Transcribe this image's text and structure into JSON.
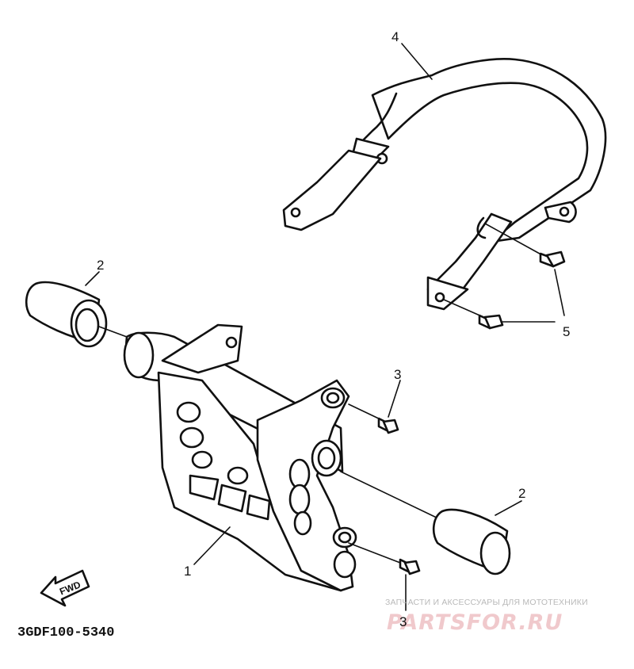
{
  "diagram": {
    "part_code": "3GDF100-5340",
    "fwd_label": "FWD",
    "callouts": {
      "guard": "1",
      "cap_left": "2",
      "cap_right": "2",
      "bolt_upper": "3",
      "bolt_lower": "3",
      "bar": "4",
      "bolts_pair": "5"
    }
  },
  "watermark": {
    "tagline": "ЗАПЧАСТИ И АКСЕССУАРЫ ДЛЯ МОТОТЕХНИКИ",
    "brand": "PARTSFOR.RU",
    "brand_color": "#f0c9cc"
  }
}
